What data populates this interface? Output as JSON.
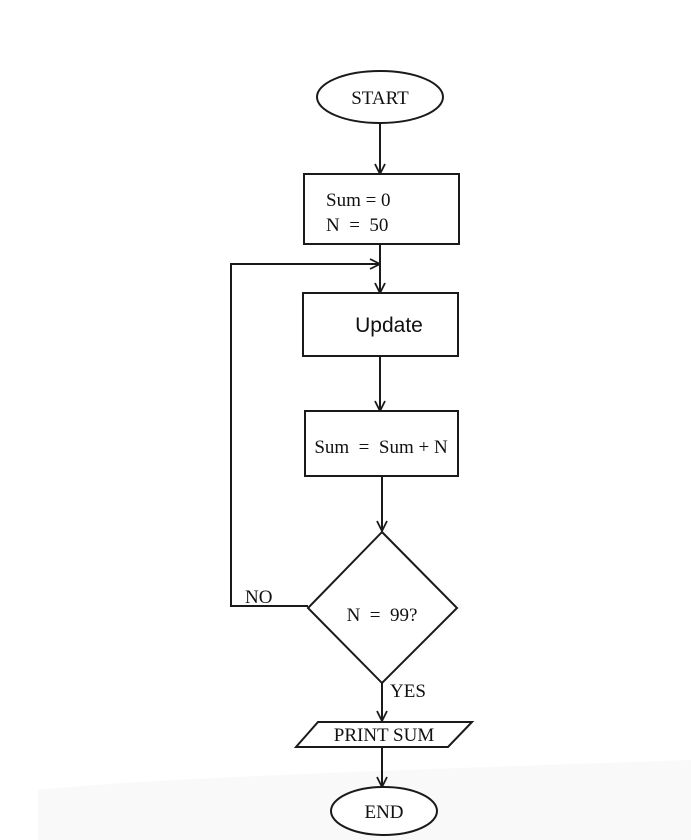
{
  "flowchart": {
    "start": "START",
    "init": {
      "line1": "Sum = 0",
      "line2": "N  =  50"
    },
    "update": "Update",
    "sum_step": "Sum  =  Sum + N",
    "decision": "N  =  99?",
    "no_label": "NO",
    "yes_label": "YES",
    "output": "PRINT SUM",
    "end": "END"
  },
  "colors": {
    "ink": "#1a1a1a",
    "paper": "#ffffff"
  }
}
